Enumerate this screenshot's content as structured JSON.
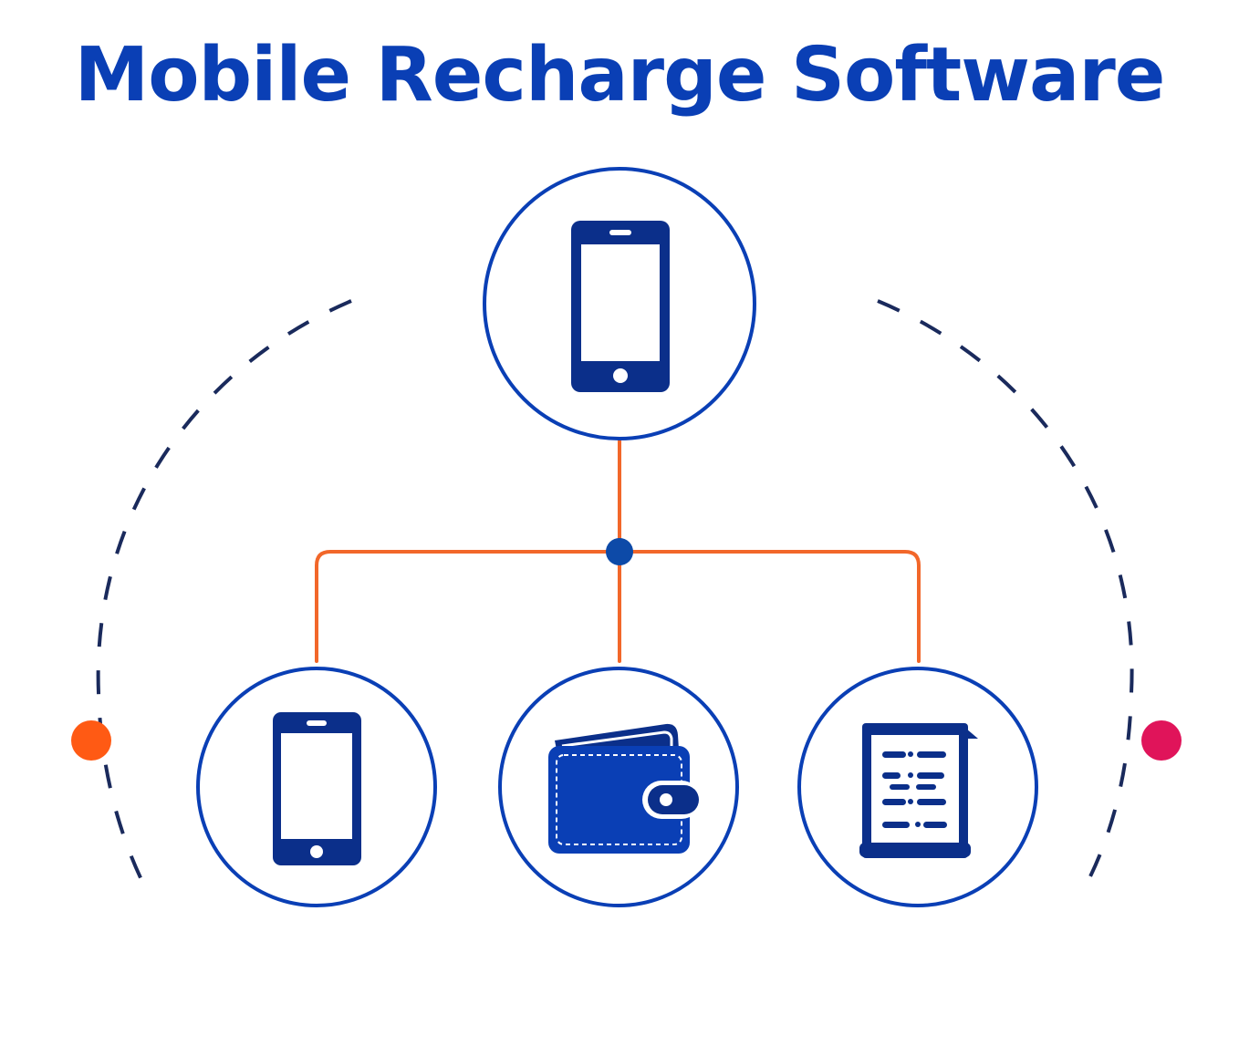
{
  "title": "Mobile Recharge Software",
  "colors": {
    "primary_blue": "#0a3fb5",
    "icon_navy": "#0b2f8a",
    "connector_orange": "#f2672a",
    "node_dot": "#0d4aa8",
    "dashed_arc": "#1a2a5c",
    "left_dot": "#ff5a14",
    "right_dot": "#e0145a"
  },
  "nodes": [
    {
      "id": "top",
      "icon": "smartphone-icon"
    },
    {
      "id": "bottom-left",
      "icon": "smartphone-icon"
    },
    {
      "id": "bottom-center",
      "icon": "wallet-icon"
    },
    {
      "id": "bottom-right",
      "icon": "receipt-document-icon"
    }
  ]
}
